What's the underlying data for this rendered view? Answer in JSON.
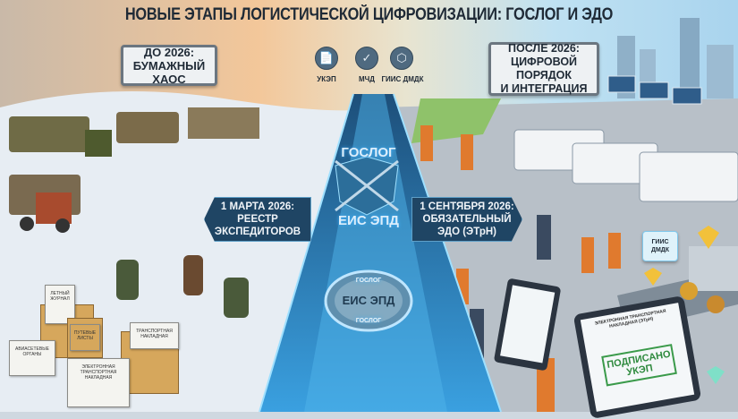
{
  "title": "НОВЫЕ ЭТАПЫ ЛОГИСТИЧЕСКОЙ ЦИФРОВИЗАЦИИ: ГОСЛОГ И ЭДО",
  "left_sign": {
    "line1": "ДО 2026:",
    "line2": "БУМАЖНЫЙ ХАОС"
  },
  "right_sign": {
    "line1": "ПОСЛЕ 2026:",
    "line2": "ЦИФРОВОЙ ПОРЯДОК",
    "line3": "И ИНТЕГРАЦИЯ"
  },
  "icons": [
    {
      "name": "document-check-icon",
      "label": "УКЭП"
    },
    {
      "name": "shield-check-icon",
      "label": "МЧД"
    },
    {
      "name": "network-icon",
      "label": "ГИИС ДМДК"
    }
  ],
  "road": {
    "top_label": "ГОСЛОГ",
    "bottom_label": "ЕИС ЭПД",
    "coin_top": "ГОСЛОГ",
    "coin_center": "ЕИС ЭПД",
    "coin_bottom": "ГОСЛОГ"
  },
  "left_banner": {
    "line1": "1 МАРТА 2026:",
    "line2": "РЕЕСТР",
    "line3": "ЭКСПЕДИТОРОВ"
  },
  "right_banner": {
    "line1": "1 СЕНТЯБРЯ 2026:",
    "line2": "ОБЯЗАТЕЛЬНЫЙ",
    "line3": "ЭДО (ЭТрН)"
  },
  "documents": [
    "ЛЕТНЫЙ ЖУРНАЛ",
    "ПУТЕВЫЕ ЛИСТЫ",
    "АВИАСЕТЕВЫЕ ОРГАНЫ",
    "ТРАНСПОРТНАЯ НАКЛАДНАЯ",
    "ЭЛЕКТРОННАЯ ТРАНСПОРТНАЯ НАКЛАДНАЯ"
  ],
  "giis_sign": {
    "line1": "ГИИС",
    "line2": "ДМДК"
  },
  "tablet": {
    "header": "ЭЛЕКТРОННАЯ ТРАНСПОРТНАЯ НАКЛАДНАЯ (ЭТрН)",
    "stamp_line1": "ПОДПИСАНО",
    "stamp_line2": "УКЭП"
  },
  "colors": {
    "left_snow": "#e8eef4",
    "left_sky": "#f3c79a",
    "right_sky": "#bfe1f2",
    "road": "#2d7fb8",
    "banner": "#1f4564"
  }
}
